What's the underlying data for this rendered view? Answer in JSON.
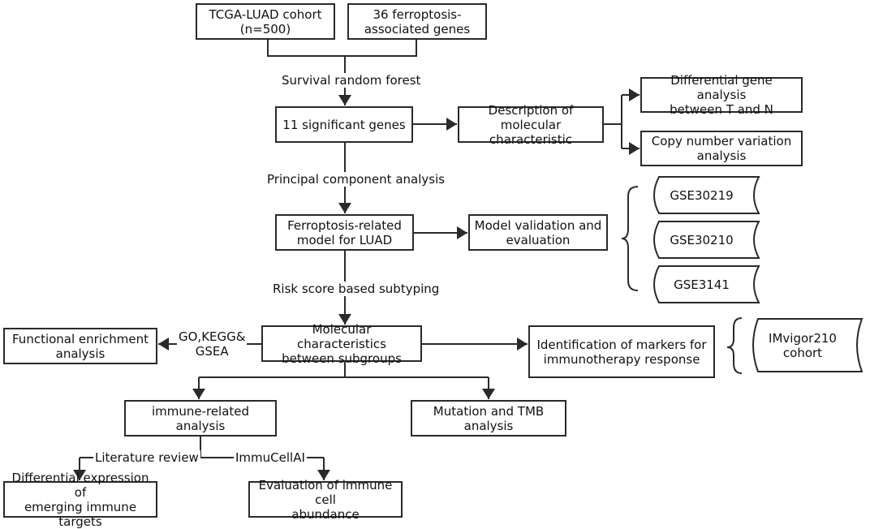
{
  "nodes": {
    "tcga": [
      "TCGA-LUAD cohort",
      "(n=500)"
    ],
    "ferro_genes": [
      "36  ferroptosis-",
      "associated genes"
    ],
    "sig_genes": [
      "11  significant genes"
    ],
    "description": [
      "Description of",
      "molecular characteristic"
    ],
    "diff_gene": [
      "Differential gene analysis",
      "between T and N"
    ],
    "cnv": [
      "Copy number variation",
      "analysis"
    ],
    "model": [
      "Ferroptosis-related",
      "model for LUAD"
    ],
    "validation": [
      "Model validation and",
      "evaluation"
    ],
    "mol_char": [
      "Molecular characteristics",
      "between subgroups"
    ],
    "functional": [
      "Functional enrichment",
      "analysis"
    ],
    "markers": [
      "Identification of markers for",
      "immunotherapy response"
    ],
    "immune": [
      "immune-related analysis"
    ],
    "mutation": [
      "Mutation and TMB",
      "analysis"
    ],
    "diff_expr": [
      "Differential expression of",
      "emerging immune targets"
    ],
    "immune_cell": [
      "Evaluation of immune cell",
      "abundance"
    ]
  },
  "datasets": {
    "gse30219": [
      "GSE30219"
    ],
    "gse30210": [
      "GSE30210"
    ],
    "gse3141": [
      "GSE3141"
    ],
    "imvigor": [
      "IMvigor210",
      "cohort"
    ]
  },
  "edge_labels": {
    "survival_rf": "Survival random forest",
    "pca": "Principal component analysis",
    "risk_subtyping": "Risk score based subtyping",
    "go_kegg": [
      "GO,KEGG&",
      "GSEA"
    ],
    "literature": "Literature review",
    "immucellai": "ImmuCellAI"
  },
  "colors": {
    "line": "#2a2a2a",
    "text": "#111111"
  }
}
